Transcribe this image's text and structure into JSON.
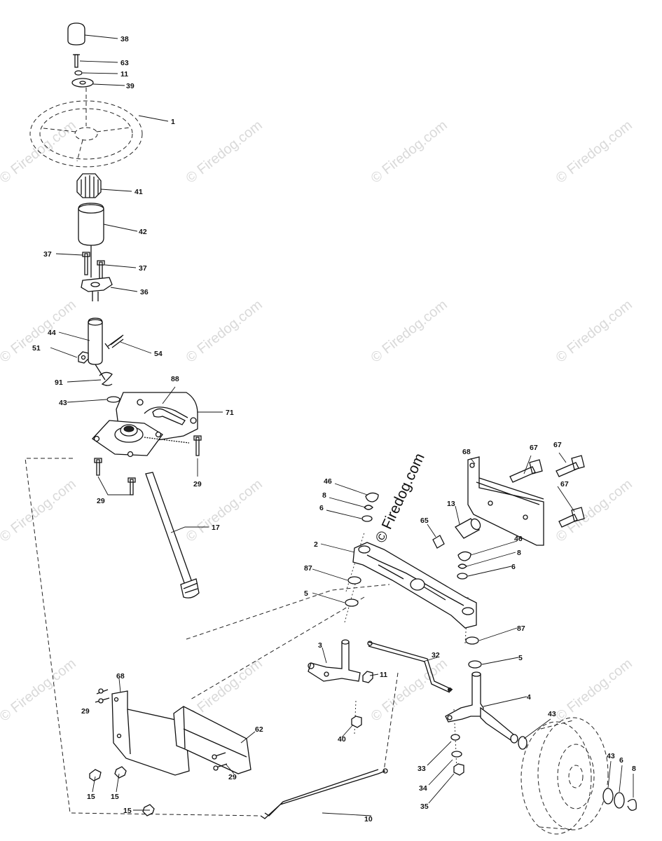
{
  "brand": {
    "label": "© Firedog.com",
    "watermark_text": "© Firedog.com"
  },
  "callouts": {
    "c38": "38",
    "c63": "63",
    "c11a": "11",
    "c39": "39",
    "c1": "1",
    "c41": "41",
    "c42": "42",
    "c37a": "37",
    "c37b": "37",
    "c36": "36",
    "c44": "44",
    "c51": "51",
    "c54": "54",
    "c91": "91",
    "c88": "88",
    "c43a": "43",
    "c71": "71",
    "c29a": "29",
    "c29b": "29",
    "c17": "17",
    "c68a": "68",
    "c67a": "67",
    "c67b": "67",
    "c67c": "67",
    "c46a": "46",
    "c8a": "8",
    "c6a": "6",
    "c13": "13",
    "c65": "65",
    "c2": "2",
    "c46b": "46",
    "c8b": "8",
    "c6b": "6",
    "c87a": "87",
    "c5a": "5",
    "c87b": "87",
    "c3": "3",
    "c32": "32",
    "c11b": "11",
    "c5b": "5",
    "c4": "4",
    "c40": "40",
    "c43b": "43",
    "c68b": "68",
    "c29c": "29",
    "c62": "62",
    "c15a": "15",
    "c15b": "15",
    "c15c": "15",
    "c29d": "29",
    "c10": "10",
    "c33": "33",
    "c34": "34",
    "c35": "35",
    "c43c": "43",
    "c6c": "6",
    "c8c": "8"
  },
  "colors": {
    "ink": "#111111",
    "watermark": "#d9d9d9",
    "background": "#ffffff"
  }
}
